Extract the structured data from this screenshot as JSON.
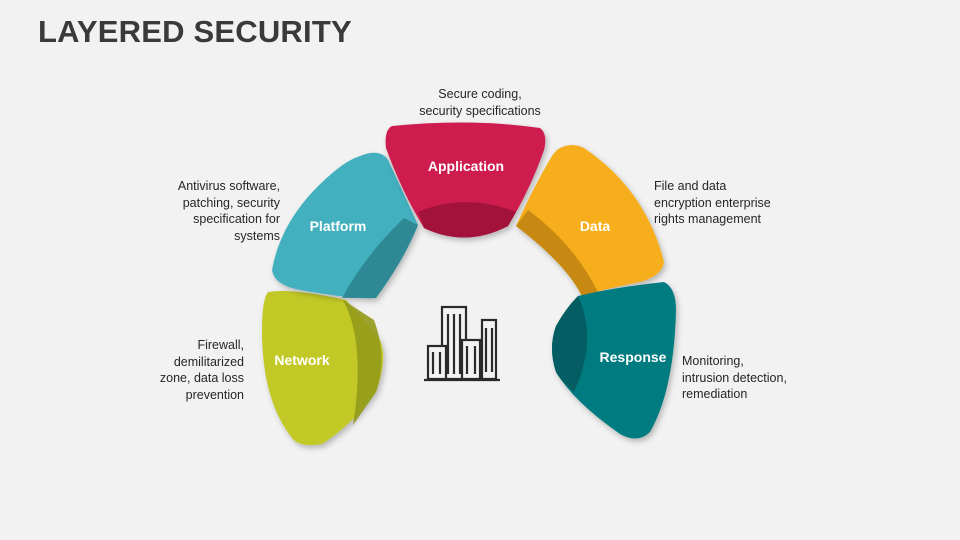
{
  "title": "LAYERED SECURITY",
  "segments": [
    {
      "label": "Network",
      "color": "#c2c928",
      "shade": "#949a1a"
    },
    {
      "label": "Platform",
      "color": "#42b0bf",
      "shade": "#2e8590"
    },
    {
      "label": "Application",
      "color": "#cf1d4f",
      "shade": "#9c1238"
    },
    {
      "label": "Data",
      "color": "#f7ae1b",
      "shade": "#c28512"
    },
    {
      "label": "Response",
      "color": "#057b80",
      "shade": "#035a5e"
    }
  ],
  "descriptions": {
    "network": [
      "Firewall,",
      "demilitarized",
      "zone, data loss",
      "prevention"
    ],
    "platform": [
      "Antivirus software,",
      "patching, security",
      "specification for",
      "systems"
    ],
    "application": [
      "Secure coding,",
      "security specifications"
    ],
    "data": [
      "File and data",
      "encryption enterprise",
      "rights management"
    ],
    "response": [
      "Monitoring,",
      "intrusion detection,",
      "remediation"
    ]
  },
  "center_icon": "city-buildings-icon"
}
